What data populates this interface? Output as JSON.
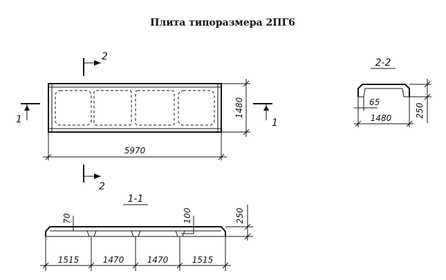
{
  "title": "Плита типоразмера 2ПГ6",
  "plan": {
    "length_label": "5970",
    "width_label": "1480",
    "section1_label": "1",
    "section2_label": "2"
  },
  "section_2_2": {
    "title": "2-2",
    "rib_label": "65",
    "width_label": "1480",
    "height_label": "250"
  },
  "section_1_1": {
    "title": "1-1",
    "rib_label": "70",
    "end_label": "100",
    "height_label": "250",
    "spans": [
      "1515",
      "1470",
      "1470",
      "1515"
    ]
  }
}
